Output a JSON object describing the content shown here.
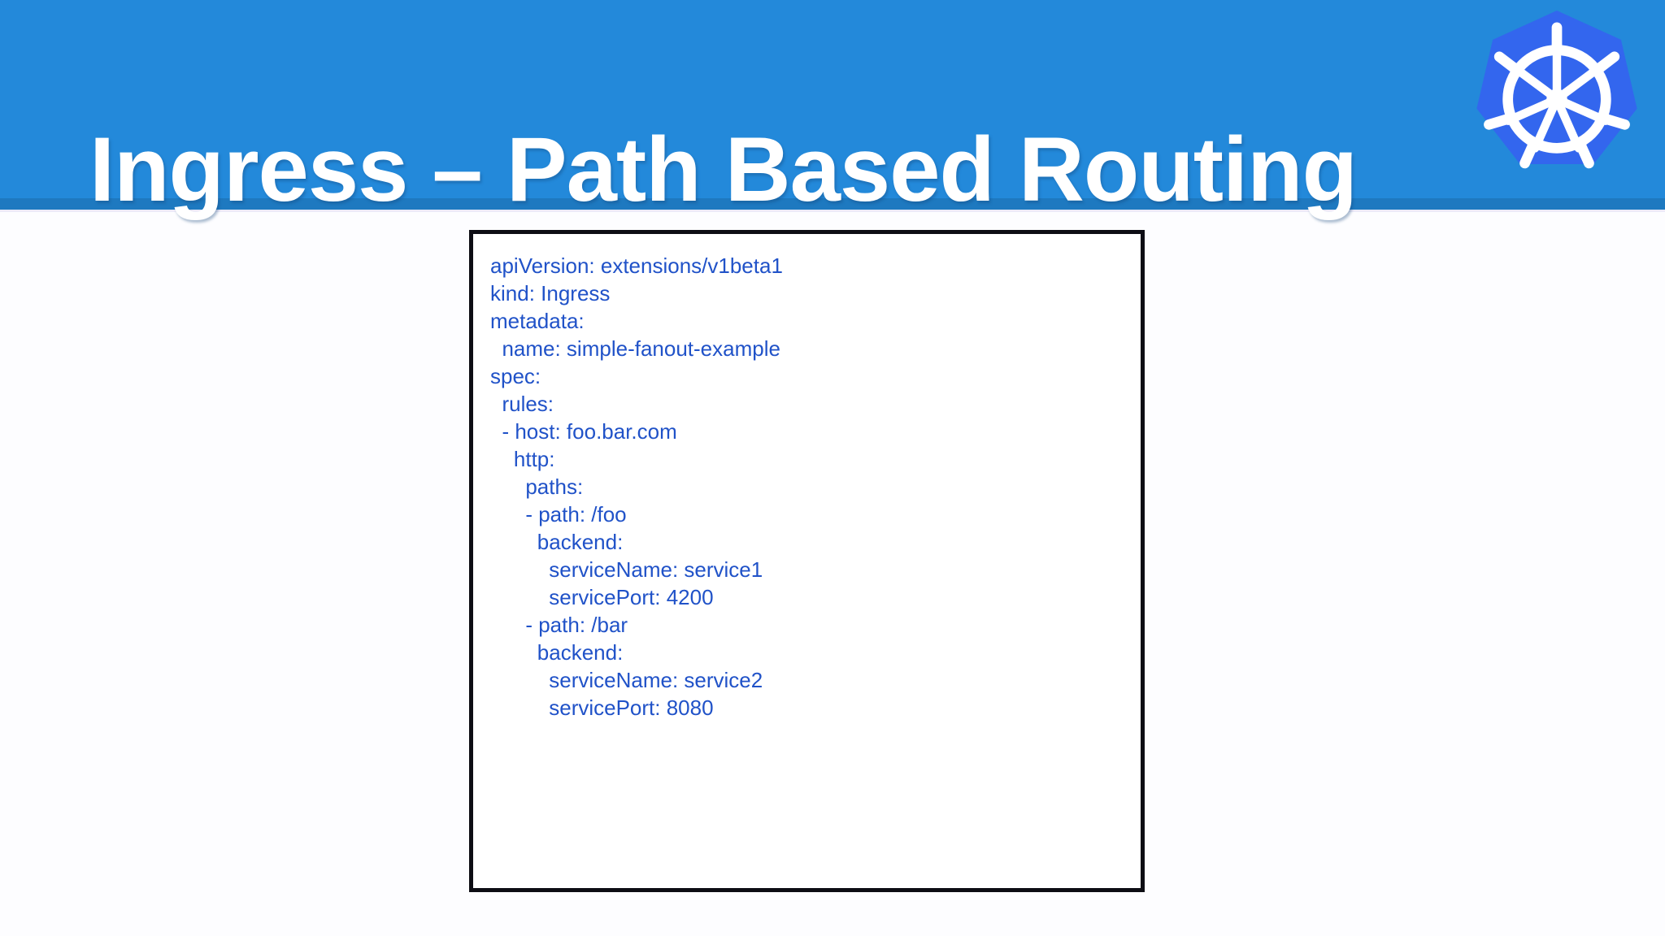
{
  "slide": {
    "title": "Ingress – Path Based Routing",
    "header_color": "#2389da",
    "header_underline_color": "#1e79c0",
    "background_color": "#fdfdff",
    "title_color": "#ffffff"
  },
  "logo": {
    "name": "kubernetes-logo",
    "hexagon_color": "#3366ee",
    "wheel_color": "#ffffff"
  },
  "code_block": {
    "language": "yaml",
    "text_color": "#2052c8",
    "border_color": "#0d0d14",
    "background_color": "#ffffff",
    "lines": [
      "apiVersion: extensions/v1beta1",
      "kind: Ingress",
      "metadata:",
      "  name: simple-fanout-example",
      "spec:",
      "  rules:",
      "  - host: foo.bar.com",
      "    http:",
      "      paths:",
      "      - path: /foo",
      "        backend:",
      "          serviceName: service1",
      "          servicePort: 4200",
      "      - path: /bar",
      "        backend:",
      "          serviceName: service2",
      "          servicePort: 8080"
    ]
  }
}
